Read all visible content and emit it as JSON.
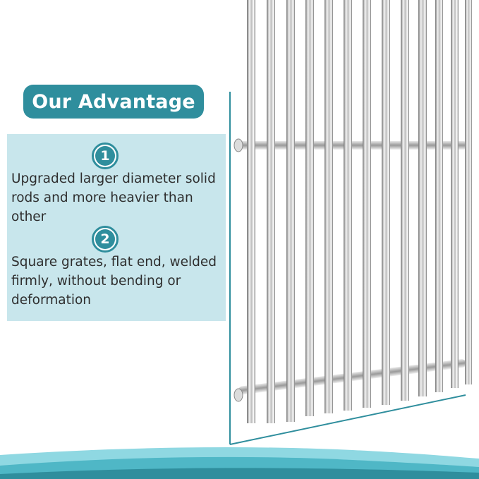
{
  "header": {
    "title": "Our Advantage"
  },
  "advantages": [
    {
      "number": "1",
      "text": "Upgraded larger diameter solid rods and more heavier than other"
    },
    {
      "number": "2",
      "text": "Square grates, flat end, welded firmly, without bending or deformation"
    }
  ],
  "colors": {
    "accent": "#2f8e9d",
    "panel": "#c8e6ec",
    "wave": "#7fd0dc"
  },
  "product_image": {
    "icon": "stainless-steel-cooking-grate"
  }
}
